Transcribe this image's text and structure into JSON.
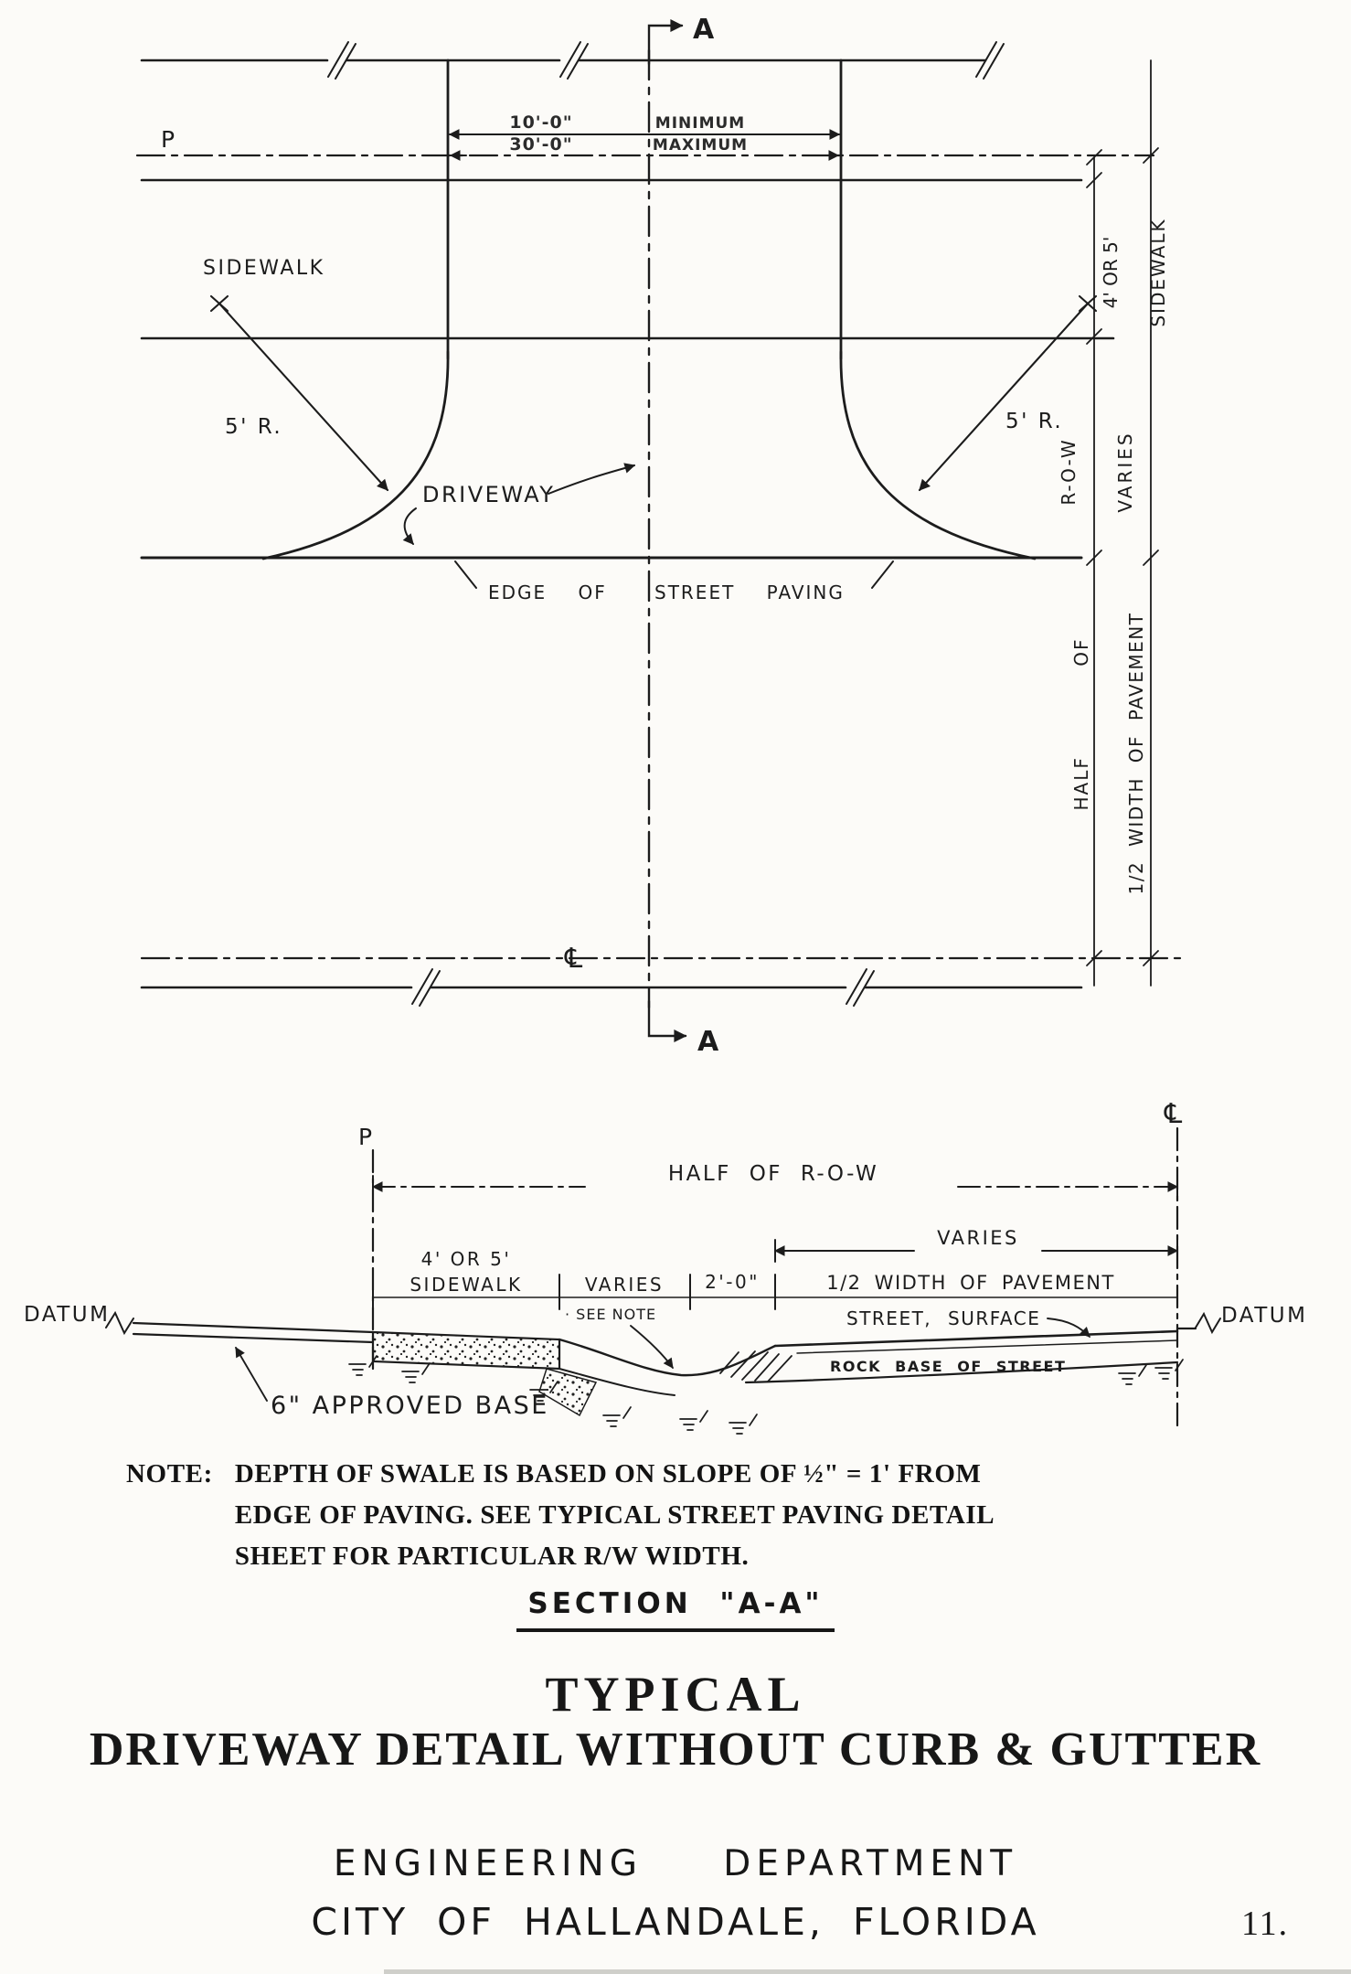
{
  "plan": {
    "section_label_top": "A",
    "section_label_bottom": "A",
    "property_line_label": "P",
    "dim_min": "10'-0\"",
    "dim_min_word": "MINIMUM",
    "dim_max": "30'-0\"",
    "dim_max_word": "MAXIMUM",
    "sidewalk": "SIDEWALK",
    "radius_left": "5' R.",
    "radius_right": "5' R.",
    "driveway": "DRIVEWAY",
    "edge_of": "EDGE OF",
    "street_paving": "STREET PAVING",
    "centerline": "℄",
    "rot_sidewalk_width": "4' OR 5'",
    "rot_sidewalk": "SIDEWALK",
    "rot_row": "R-O-W",
    "rot_varies": "VARIES",
    "rot_half_of": "HALF OF",
    "rot_half_pavement": "1/2 WIDTH OF PAVEMENT"
  },
  "section": {
    "property_line_label": "P",
    "centerline": "℄",
    "half_of_row": "HALF OF R-O-W",
    "varies_top": "VARIES",
    "sidewalk_width": "4' OR 5'",
    "sidewalk": "SIDEWALK",
    "varies": "VARIES",
    "two_feet": "2'-0\"",
    "half_pavement": "1/2 WIDTH OF PAVEMENT",
    "datum_left": "DATUM",
    "datum_right": "DATUM",
    "see_note": "· SEE NOTE",
    "street_surface": "STREET,  SURFACE",
    "rock_base": "ROCK BASE OF STREET",
    "approved_base": "6\" APPROVED BASE"
  },
  "note": {
    "label": "NOTE:",
    "lines": [
      "DEPTH OF SWALE IS BASED ON SLOPE OF ½\" = 1' FROM",
      "EDGE OF PAVING. SEE TYPICAL STREET PAVING DETAIL",
      "SHEET FOR PARTICULAR R/W WIDTH."
    ]
  },
  "section_title": "SECTION \"A-A\"",
  "title": {
    "line1": "TYPICAL",
    "line2": "DRIVEWAY DETAIL WITHOUT CURB & GUTTER"
  },
  "footer": {
    "department": "ENGINEERING DEPARTMENT",
    "city": "CITY OF HALLANDALE, FLORIDA",
    "page_number": "11."
  }
}
